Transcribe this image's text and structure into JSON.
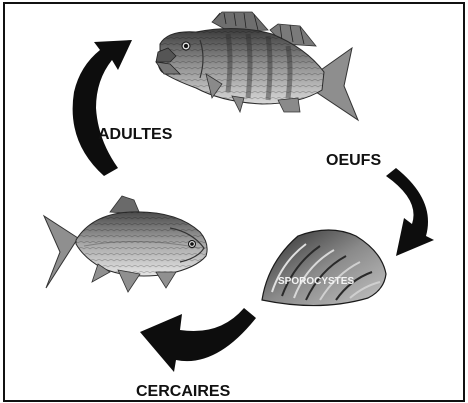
{
  "diagram": {
    "stages": {
      "adults": "ADULTES",
      "eggs": "OEUFS",
      "sporocysts": "SPOROCYSTES",
      "cercariae": "CERCAIRES"
    },
    "icons": {
      "host_fish_top": "perch-fish-icon",
      "host_fish_left": "roach-fish-icon",
      "mollusc": "mussel-shell-icon",
      "arrows": "cycle-arrow-icon"
    },
    "colors": {
      "border": "#111111",
      "arrow": "#0d0d0d",
      "background": "#ffffff"
    }
  }
}
